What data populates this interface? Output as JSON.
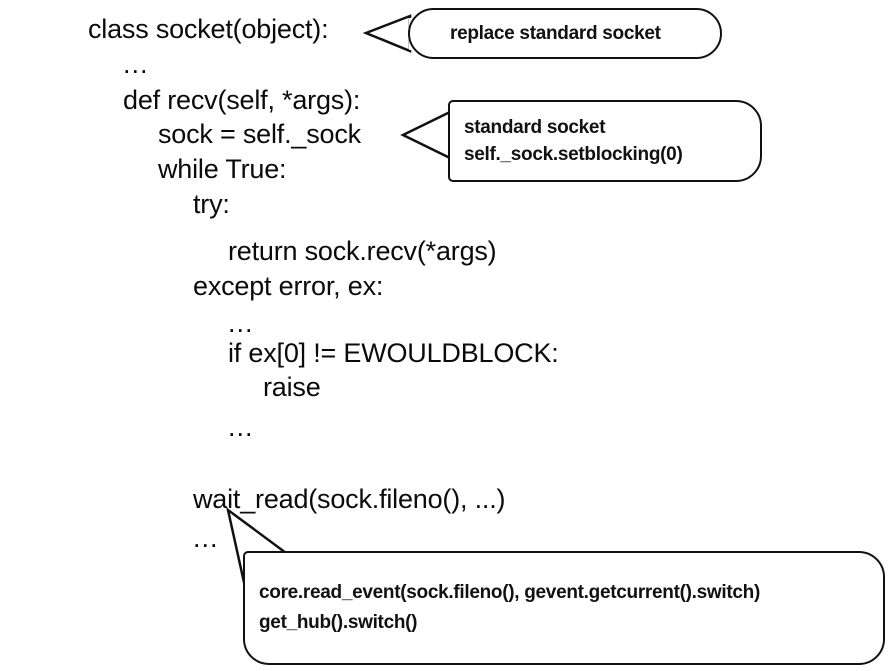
{
  "slide": {
    "background_color": "#ffffff",
    "text_color": "#0b0b0b",
    "outline_color": "#111111"
  },
  "code": {
    "language": "python",
    "lines": [
      {
        "text": "class socket(object):",
        "indent": 0
      },
      {
        "text": "...",
        "indent": 1
      },
      {
        "text": "def recv(self, *args):",
        "indent": 1
      },
      {
        "text": "sock = self._sock",
        "indent": 2
      },
      {
        "text": "while True:",
        "indent": 2
      },
      {
        "text": "try:",
        "indent": 3
      },
      {
        "text": "return sock.recv(*args)",
        "indent": 4
      },
      {
        "text": "except error, ex:",
        "indent": 3
      },
      {
        "text": "...",
        "indent": 4
      },
      {
        "text": "if ex[0] != EWOULDBLOCK:",
        "indent": 4
      },
      {
        "text": "raise",
        "indent": 5
      },
      {
        "text": "...",
        "indent": 4
      },
      {
        "text": "wait_read(sock.fileno(), ...)",
        "indent": 3
      },
      {
        "text": "...",
        "indent": 3
      }
    ]
  },
  "callouts": [
    {
      "id": "replace-socket",
      "lines": [
        "replace standard socket"
      ],
      "points_at": "class socket(object):"
    },
    {
      "id": "standard-socket",
      "lines": [
        "standard socket",
        "self._sock.setblocking(0)"
      ],
      "points_at": "sock = self._sock"
    },
    {
      "id": "core-read-event",
      "lines": [
        "core.read_event(sock.fileno(), gevent.getcurrent().switch)",
        "get_hub().switch()"
      ],
      "points_at": "wait_read(sock.fileno(), ...)"
    }
  ]
}
